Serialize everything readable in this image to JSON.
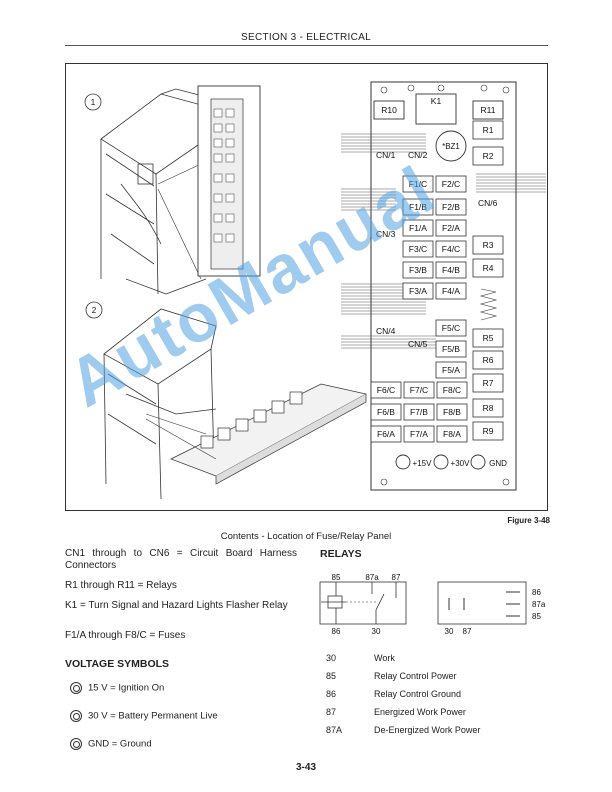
{
  "header": "SECTION 3 - ELECTRICAL",
  "figure_label": "Figure 3-48",
  "caption": "Contents - Location of Fuse/Relay Panel",
  "callouts": [
    "1",
    "2"
  ],
  "panel": {
    "top": {
      "r10": "R10",
      "k1": "K1",
      "r11": "R11",
      "bz1": "*BZ1"
    },
    "connectors": [
      "CN/1",
      "CN/2",
      "CN/3",
      "CN/4",
      "CN/5",
      "CN/6"
    ],
    "fuses": [
      "F1/C",
      "F2/C",
      "F1/B",
      "F2/B",
      "F1/A",
      "F2/A",
      "F3/C",
      "F4/C",
      "F3/B",
      "F4/B",
      "F3/A",
      "F4/A",
      "F5/C",
      "F5/B",
      "F5/A",
      "F6/C",
      "F7/C",
      "F8/C",
      "F6/B",
      "F7/B",
      "F8/B",
      "F6/A",
      "F7/A",
      "F8/A"
    ],
    "relays": [
      "R1",
      "R2",
      "R3",
      "R4",
      "R5",
      "R6",
      "R7",
      "R8",
      "R9"
    ],
    "bottom": {
      "v15": "+15V",
      "v30": "+30V",
      "gnd": "GND"
    }
  },
  "definitions": [
    "CN1 through to CN6 = Circuit Board Harness Connectors",
    "R1 through R11 = Relays",
    "K1 = Turn Signal and Hazard Lights Flasher Relay",
    "F1/A through F8/C = Fuses"
  ],
  "voltage": {
    "heading": "VOLTAGE SYMBOLS",
    "items": [
      "15 V = Ignition On",
      "30 V = Battery Permanent Live",
      "GND = Ground"
    ]
  },
  "relays_section": {
    "heading": "RELAYS",
    "diagram1": {
      "p85": "85",
      "p87a": "87a",
      "p87": "87",
      "p86": "86",
      "p30": "30"
    },
    "diagram2": {
      "p86": "86",
      "p87a": "87a",
      "p85": "85",
      "p30": "30",
      "p87": "87"
    },
    "table": [
      {
        "pin": "30",
        "desc": "Work"
      },
      {
        "pin": "85",
        "desc": "Relay Control Power"
      },
      {
        "pin": "86",
        "desc": "Relay Control Ground"
      },
      {
        "pin": "87",
        "desc": "Energized Work Power"
      },
      {
        "pin": "87A",
        "desc": "De-Energized Work Power"
      }
    ]
  },
  "watermark": "AutoManual",
  "page_number": "3-43"
}
